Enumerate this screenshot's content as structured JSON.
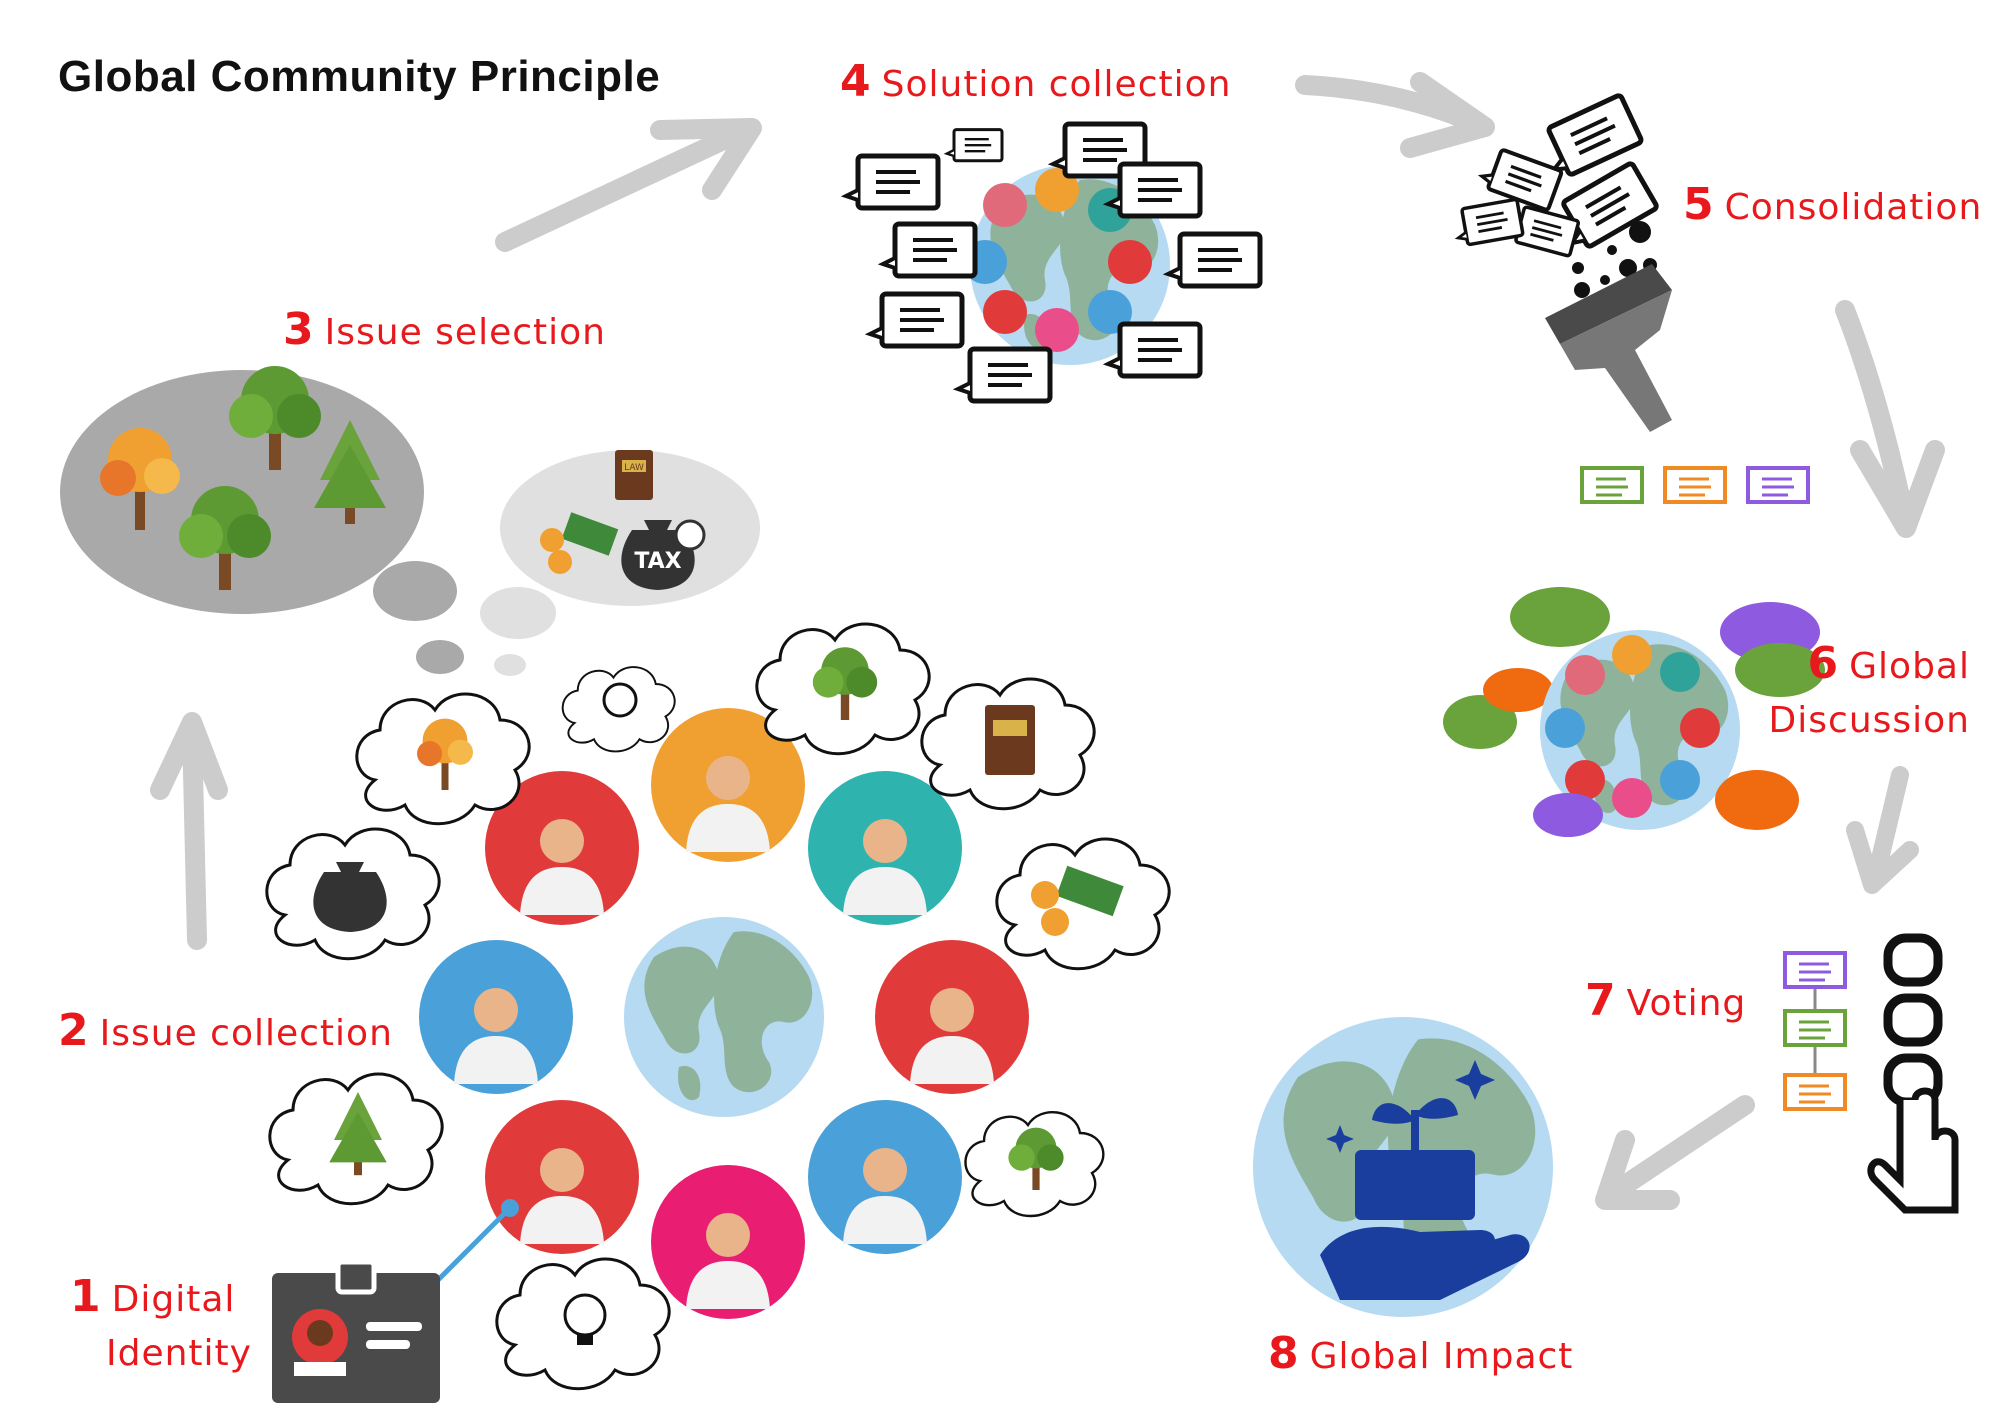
{
  "title": "Global Community Principle",
  "steps": [
    {
      "number": "1",
      "line1": "Digital",
      "line2": "Identity"
    },
    {
      "number": "2",
      "label": "Issue collection"
    },
    {
      "number": "3",
      "label": "Issue selection"
    },
    {
      "number": "4",
      "label": "Solution collection"
    },
    {
      "number": "5",
      "label": "Consolidation"
    },
    {
      "number": "6",
      "line1": "Global",
      "line2": "Discussion"
    },
    {
      "number": "7",
      "label": "Voting"
    },
    {
      "number": "8",
      "label": "Global Impact"
    }
  ],
  "icons": {
    "tax_bag": "TAX",
    "law_book": "LAW",
    "dollar": "$"
  },
  "colors": {
    "accent_red": "#e8191c",
    "arrow_gray": "#cccccc",
    "globe_ocean": "#b6daf2",
    "globe_land": "#8fb39a",
    "green_card": "#6aa33c",
    "orange_card": "#f08a24",
    "purple_card": "#8e5be0"
  }
}
